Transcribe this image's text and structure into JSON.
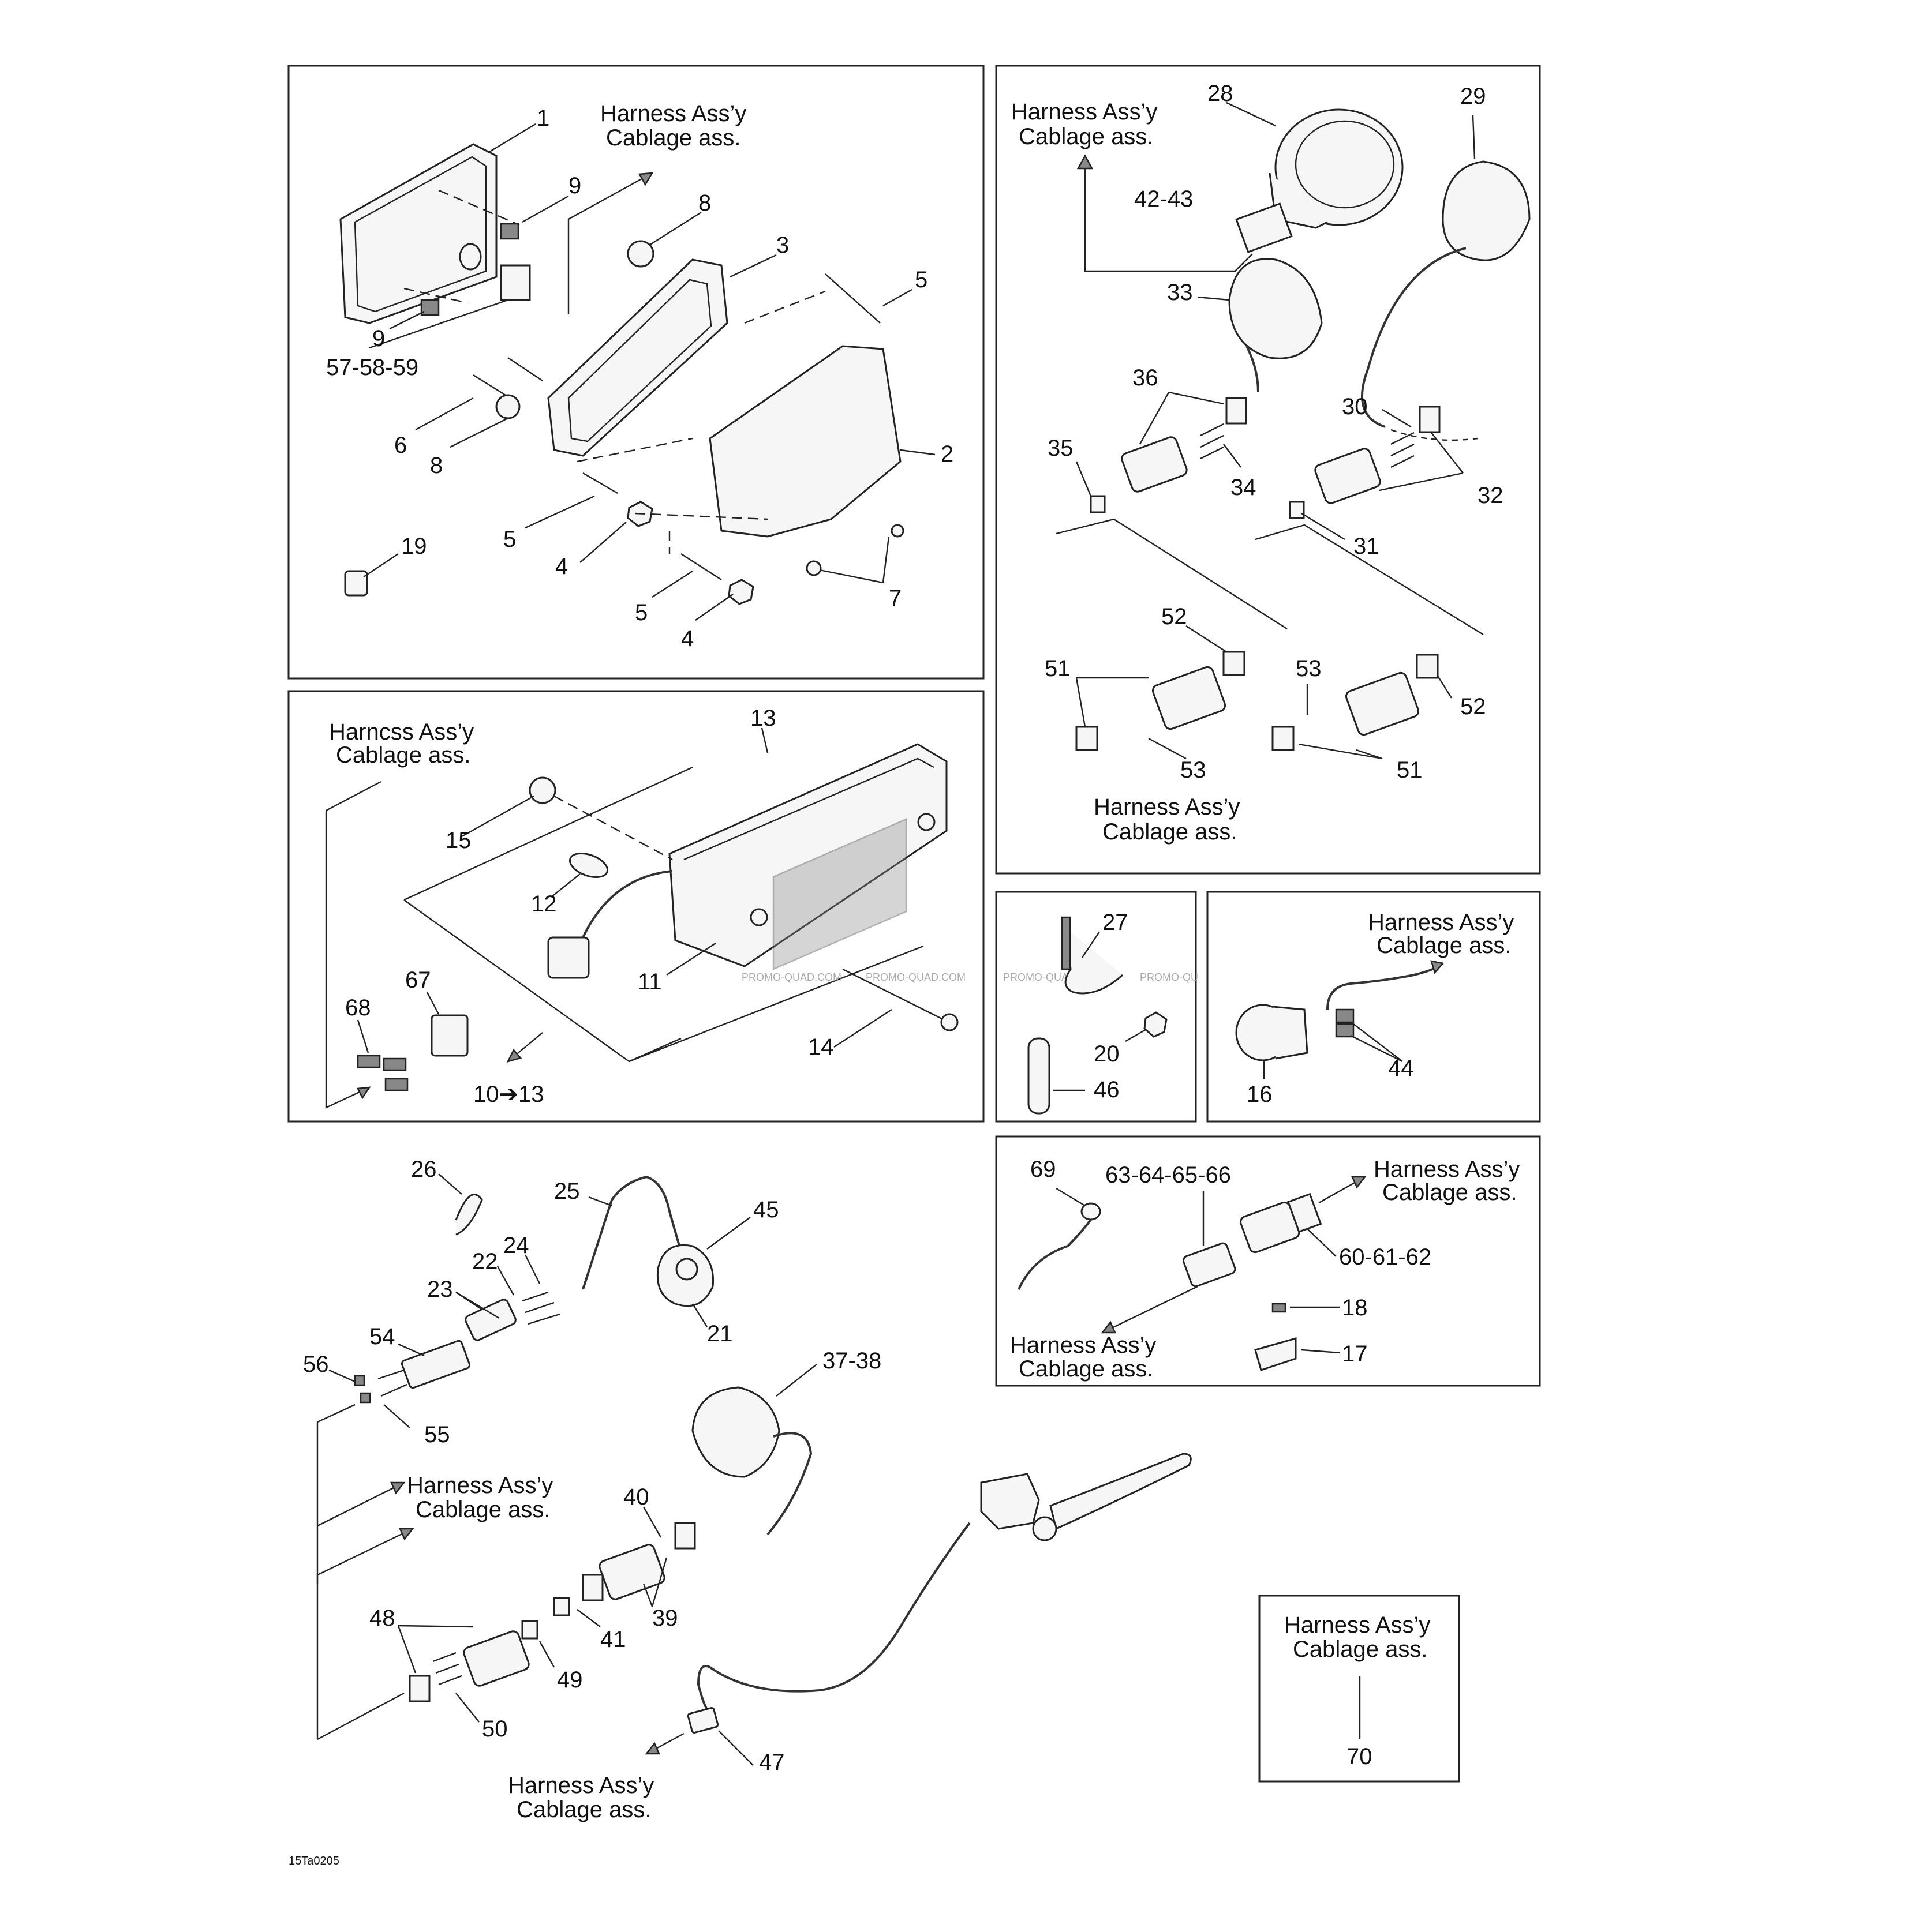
{
  "harness": {
    "en": "Harness Ass’y",
    "fr": "Cablage ass.",
    "en_variant": "Harncss Ass’y"
  },
  "labels": {
    "p1": "1",
    "p2": "2",
    "p3": "3",
    "p4a": "4",
    "p4b": "4",
    "p5a": "5",
    "p5b": "5",
    "p5c": "5",
    "p6": "6",
    "p7": "7",
    "p8a": "8",
    "p8b": "8",
    "p9a": "9",
    "p9b": "9",
    "p57": "57-58-59",
    "p19": "19",
    "p13": "13",
    "p15": "15",
    "p12": "12",
    "p11": "11",
    "p14": "14",
    "p67": "67",
    "p68": "68",
    "p10_13": "10➔13",
    "p28": "28",
    "p29": "29",
    "p42": "42-43",
    "p33": "33",
    "p36": "36",
    "p35": "35",
    "p34": "34",
    "p30": "30",
    "p32": "32",
    "p31": "31",
    "p52a": "52",
    "p52b": "52",
    "p51a": "51",
    "p51b": "51",
    "p53a": "53",
    "p53b": "53",
    "p27": "27",
    "p20": "20",
    "p46": "46",
    "p44": "44",
    "p16": "16",
    "p69": "69",
    "p63": "63-64-65-66",
    "p60": "60-61-62",
    "p18": "18",
    "p17": "17",
    "p26": "26",
    "p25": "25",
    "p45": "45",
    "p24": "24",
    "p22": "22",
    "p23": "23",
    "p21": "21",
    "p54": "54",
    "p56": "56",
    "p55": "55",
    "p37": "37-38",
    "p40": "40",
    "p39": "39",
    "p41": "41",
    "p48": "48",
    "p49": "49",
    "p50": "50",
    "p47": "47",
    "p70": "70"
  },
  "figure_code": "15Ta0205",
  "watermark": [
    "PROMO-QUAD.COM",
    "PROMO-QUAD.COM",
    "PROMO-QUAD.COM",
    "PROMO-QU"
  ]
}
